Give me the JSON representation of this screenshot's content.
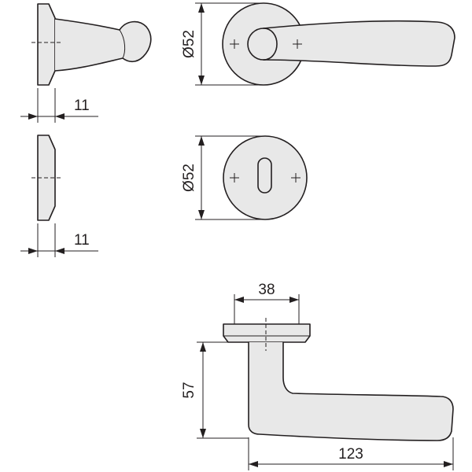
{
  "colors": {
    "stroke": "#231f20",
    "part_fill": "#e8e8e8",
    "background": "#ffffff"
  },
  "dimensions": {
    "side_rose_thickness": "11",
    "side_escutcheon_thickness": "11",
    "rose_diameter": "Ø52",
    "escutcheon_diameter": "Ø52",
    "rose_width": "38",
    "handle_height": "57",
    "handle_length": "123"
  }
}
